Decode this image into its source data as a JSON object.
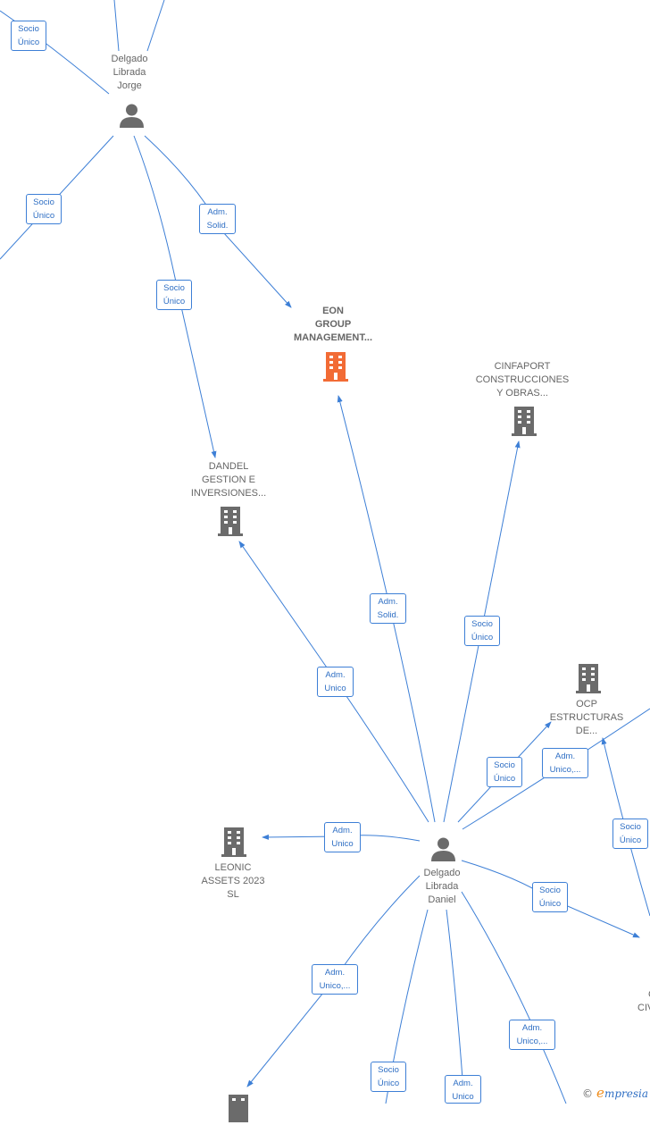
{
  "nodes": {
    "delgado_jorge": {
      "lines": [
        "Delgado",
        "Librada",
        "Jorge"
      ]
    },
    "eon": {
      "lines": [
        "EON",
        "GROUP",
        "MANAGEMENT..."
      ]
    },
    "cinfaport": {
      "lines": [
        "CINFAPORT",
        "CONSTRUCCIONES",
        "Y OBRAS..."
      ]
    },
    "dandel": {
      "lines": [
        "DANDEL",
        "GESTION E",
        "INVERSIONES..."
      ]
    },
    "ocp": {
      "lines": [
        "OCP",
        "ESTRUCTURAS",
        "DE..."
      ]
    },
    "leonic": {
      "lines": [
        "LEONIC",
        "ASSETS 2023",
        "SL"
      ]
    },
    "delgado_daniel": {
      "lines": [
        "Delgado",
        "Librada",
        "Daniel"
      ]
    },
    "partial_right": {
      "lines": [
        "C",
        "CIV"
      ]
    }
  },
  "relations": [
    {
      "id": "socio-unico-1",
      "lines": [
        "Socio",
        "Único"
      ]
    },
    {
      "id": "socio-unico-2",
      "lines": [
        "Socio",
        "Único"
      ]
    },
    {
      "id": "adm-solid-1",
      "lines": [
        "Adm.",
        "Solid."
      ]
    },
    {
      "id": "socio-unico-3",
      "lines": [
        "Socio",
        "Único"
      ]
    },
    {
      "id": "adm-solid-2",
      "lines": [
        "Adm.",
        "Solid."
      ]
    },
    {
      "id": "socio-unico-4",
      "lines": [
        "Socio",
        "Único"
      ]
    },
    {
      "id": "adm-unico-1",
      "lines": [
        "Adm.",
        "Unico"
      ]
    },
    {
      "id": "socio-unico-5",
      "lines": [
        "Socio",
        "Único"
      ]
    },
    {
      "id": "adm-unico-2",
      "lines": [
        "Adm.",
        "Unico,..."
      ]
    },
    {
      "id": "socio-unico-6",
      "lines": [
        "Socio",
        "Único"
      ]
    },
    {
      "id": "adm-unico-3",
      "lines": [
        "Adm.",
        "Unico"
      ]
    },
    {
      "id": "socio-unico-7",
      "lines": [
        "Socio",
        "Único"
      ]
    },
    {
      "id": "adm-unico-4",
      "lines": [
        "Adm.",
        "Unico,..."
      ]
    },
    {
      "id": "adm-unico-5",
      "lines": [
        "Adm.",
        "Unico,..."
      ]
    },
    {
      "id": "socio-unico-8",
      "lines": [
        "Socio",
        "Único"
      ]
    },
    {
      "id": "adm-unico-6",
      "lines": [
        "Adm.",
        "Unico"
      ]
    }
  ],
  "brand": {
    "copyright": "©",
    "e": "e",
    "name": "mpresia"
  },
  "colors": {
    "edge": "#3d7fd6",
    "company": "#6b6b6b",
    "highlight": "#f26b35",
    "person": "#6b6b6b"
  },
  "icons": {
    "person": "person-icon",
    "company": "building-icon",
    "highlight": "building-icon-highlight"
  }
}
